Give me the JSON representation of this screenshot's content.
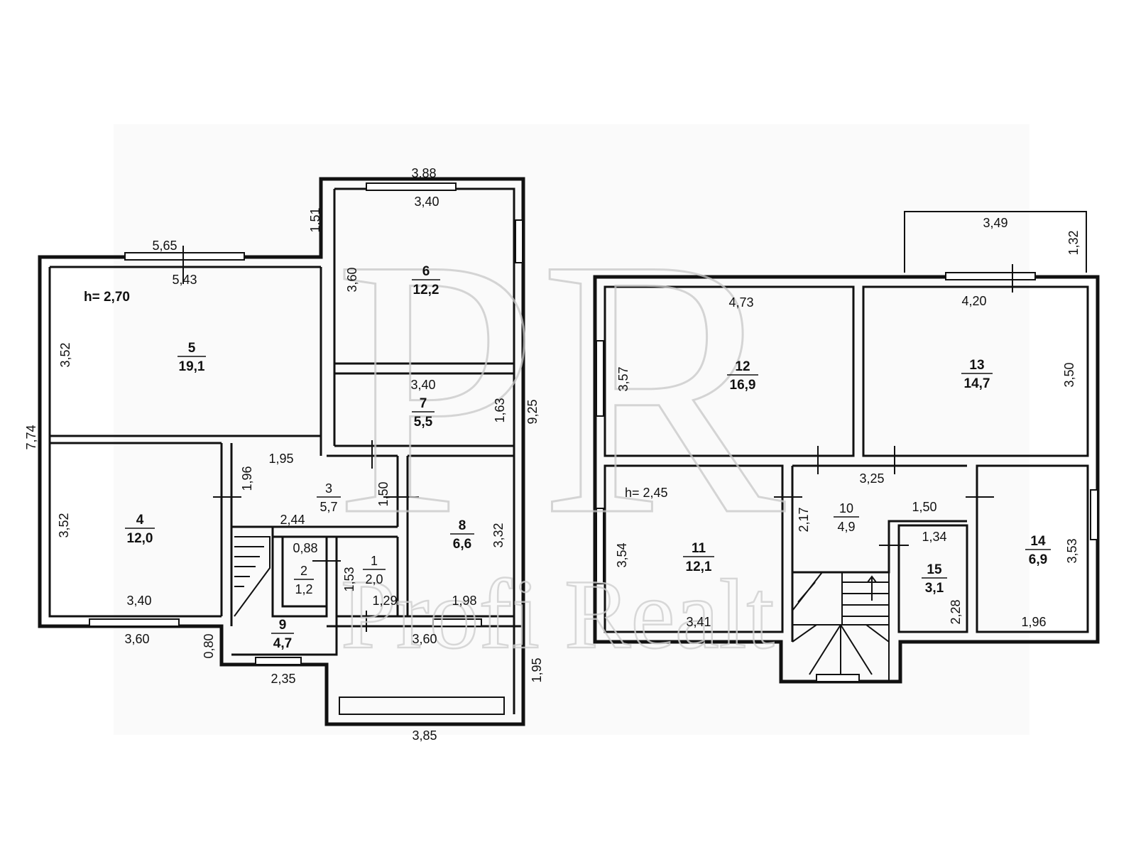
{
  "watermark": {
    "logo": "PR",
    "brand": "Profi Realt"
  },
  "floor1": {
    "height_label": "h= 2,70",
    "rooms": [
      {
        "no": "1",
        "area": "2,0"
      },
      {
        "no": "2",
        "area": "1,2"
      },
      {
        "no": "3",
        "area": "5,7"
      },
      {
        "no": "4",
        "area": "12,0"
      },
      {
        "no": "5",
        "area": "19,1"
      },
      {
        "no": "6",
        "area": "12,2"
      },
      {
        "no": "7",
        "area": "5,5"
      },
      {
        "no": "8",
        "area": "6,6"
      },
      {
        "no": "9",
        "area": "4,7"
      }
    ],
    "dims": [
      "3,88",
      "3,40",
      "1,51",
      "5,65",
      "5,43",
      "3,60",
      "3,52",
      "3,40",
      "1,63",
      "9,25",
      "7,74",
      "1,95",
      "1,96",
      "1,50",
      "2,44",
      "0,88",
      "1,53",
      "1,29",
      "1,98",
      "3,32",
      "3,52",
      "3,40",
      "3,60",
      "0,80",
      "3,60",
      "2,35",
      "1,95",
      "3,85"
    ]
  },
  "floor2": {
    "height_label": "h= 2,45",
    "rooms": [
      {
        "no": "10",
        "area": "4,9"
      },
      {
        "no": "11",
        "area": "12,1"
      },
      {
        "no": "12",
        "area": "16,9"
      },
      {
        "no": "13",
        "area": "14,7"
      },
      {
        "no": "14",
        "area": "6,9"
      },
      {
        "no": "15",
        "area": "3,1"
      }
    ],
    "dims": [
      "3,49",
      "1,32",
      "4,73",
      "4,20",
      "3,57",
      "3,50",
      "3,25",
      "1,50",
      "2,17",
      "1,34",
      "3,54",
      "3,53",
      "2,28",
      "3,41",
      "1,96"
    ]
  }
}
